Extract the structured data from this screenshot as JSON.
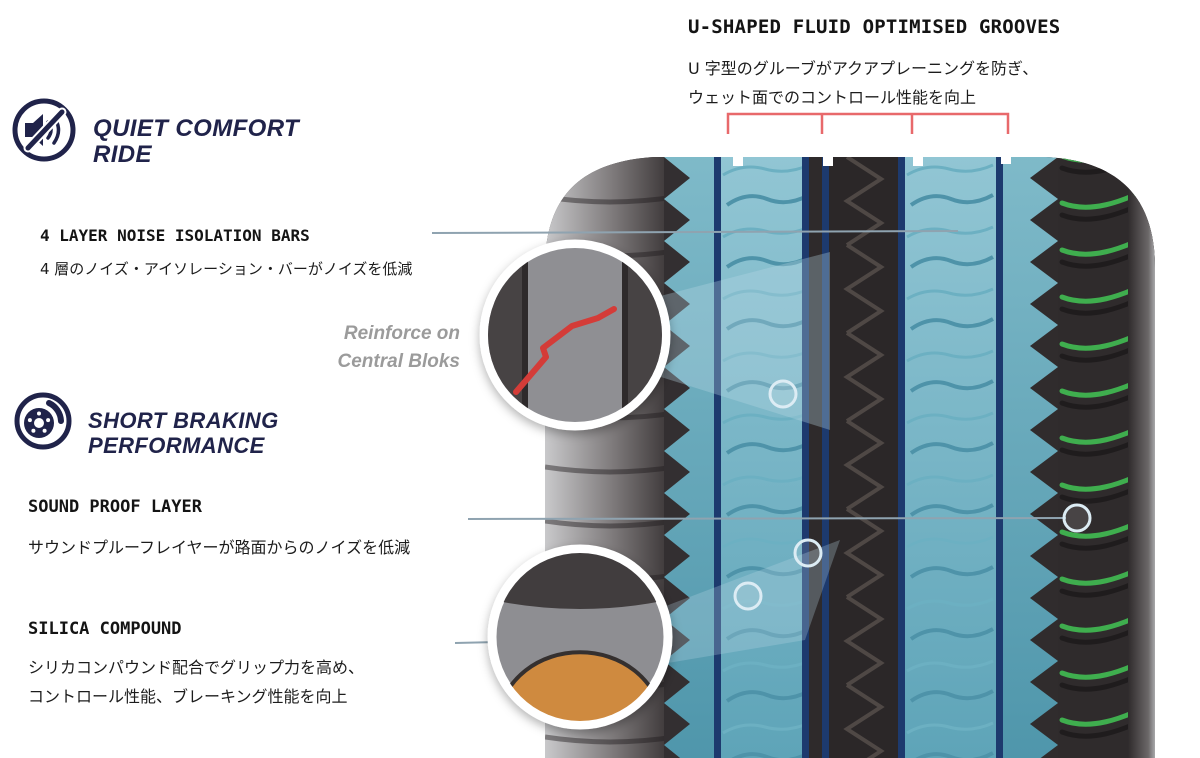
{
  "header": {
    "title": "U-SHAPED FLUID OPTIMISED GROOVES",
    "subtitle_line1": "U 字型のグルーブがアクアプレーニングを防ぎ、",
    "subtitle_line2": "ウェット面でのコントロール性能を向上"
  },
  "quiet_comfort": {
    "icon": "muted-speaker-icon",
    "title_line1": "QUIET COMFORT",
    "title_line2": "RIDE",
    "feature_title": "4 LAYER NOISE ISOLATION BARS",
    "feature_desc": "4 層のノイズ・アイソレーション・バーがノイズを低減"
  },
  "reinforce_note": {
    "line1": "Reinforce on",
    "line2": "Central Bloks"
  },
  "short_braking": {
    "icon": "brake-disc-icon",
    "title_line1": "SHORT BRAKING",
    "title_line2": "PERFORMANCE",
    "feature1_title": "SOUND PROOF LAYER",
    "feature1_desc": "サウンドプルーフレイヤーが路面からのノイズを低減",
    "feature2_title": "SILICA COMPOUND",
    "feature2_desc_line1": "シリカコンパウンド配合でグリップ力を高め、",
    "feature2_desc_line2": "コントロール性能、ブレーキング性能を向上"
  },
  "colors": {
    "heading_navy": "#20234a",
    "note_gray": "#9b9b9b",
    "bracket_red": "#e8696b",
    "groove_teal": "#6fb0c2",
    "sipe_green": "#3fae4e",
    "reinforce_red": "#d43c38",
    "silica_orange": "#cf8a3f",
    "isolation_bar_navy": "#1d3a6e"
  }
}
